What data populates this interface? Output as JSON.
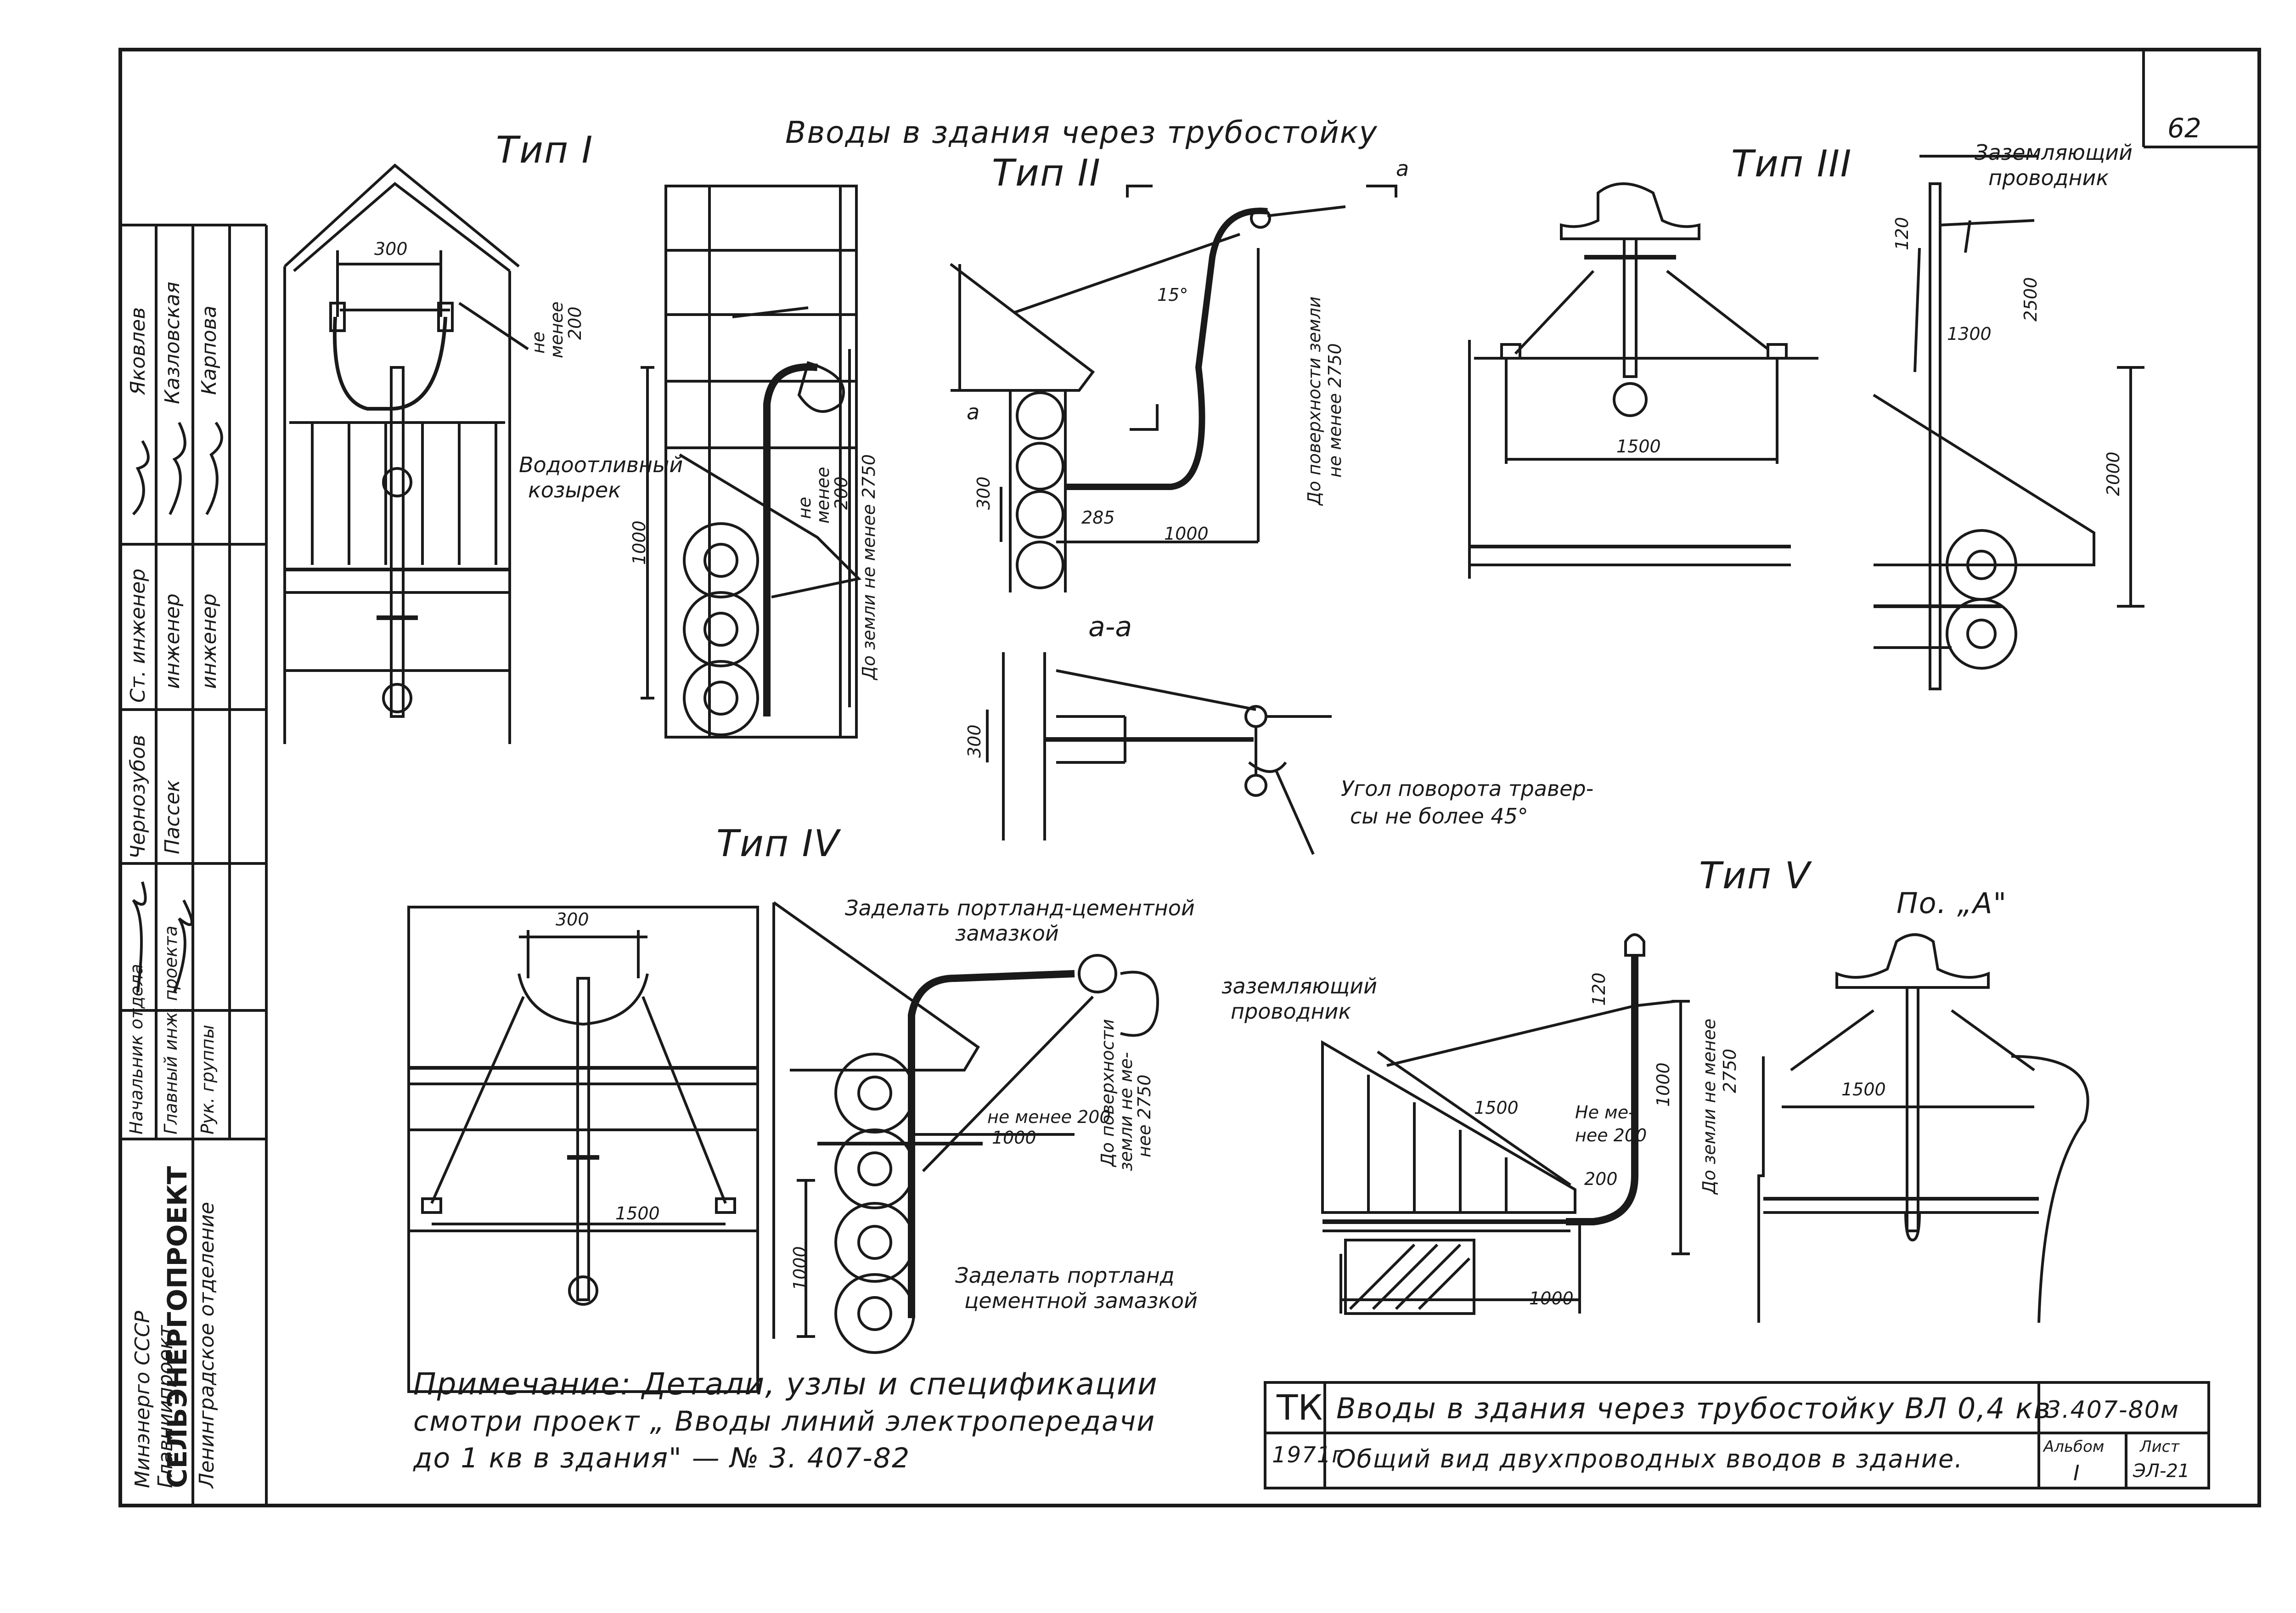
{
  "sheet_number": "62",
  "main_title": "Вводы в здания через трубостойку",
  "types": {
    "t1": "Тип I",
    "t2": "Тип II",
    "t3": "Тип III",
    "t4": "Тип IV",
    "t5": "Тип V",
    "detail_a": "По. „А\""
  },
  "section_mark": "а",
  "section_aa": "а-а",
  "labels": {
    "vodootlivny": "Водоотливный",
    "kozyrek": "козырек",
    "zazem_1": "Заземляющий",
    "zazem_2": "проводник",
    "zazem_lower_1": "заземляющий",
    "zazem_lower_2": "проводник",
    "zadelat_top_1": "Заделать портланд-цементной",
    "zadelat_top_2": "замазкой",
    "zadelat_bot_1": "Заделать портланд",
    "zadelat_bot_2": "цементной замазкой",
    "ugol_1": "Угол поворота травер-",
    "ugol_2": "сы не более 45°",
    "ne_menee_200": "не менее 200",
    "ne_me_1": "Не ме-",
    "ne_me_2": "нее 200",
    "do_pov_1": "До поверхности земли",
    "do_pov_2": "не менее 2750",
    "do_zemli_2750": "До земли не менее 2750",
    "do_pov_iv_1": "До поверхности",
    "do_pov_iv_2": "земли не ме-",
    "do_pov_iv_3": "нее 2750",
    "do_zemli_v_1": "До земли не менее",
    "do_zemli_v_2": "2750",
    "ne_menee_vert_1": "не",
    "ne_menee_vert_2": "менее",
    "ne_menee_vert_3": "200"
  },
  "dims": {
    "d300_t1": "300",
    "d300_t4": "300",
    "d1500_t3": "1500",
    "d1500_t4": "1500",
    "d1500_t5": "1500",
    "d1500_pa": "1500",
    "d1000_t1": "1000",
    "d1000_t2": "1000",
    "d1000_t4a": "1000",
    "d1000_t4b": "1000",
    "d1000_t5a": "1000",
    "d1000_t5b": "1000",
    "d2750_t1": "2750",
    "d285": "285",
    "d300_t2": "300",
    "d300_aa": "300",
    "d15": "15°",
    "d120_t3": "120",
    "d2500": "2500",
    "d1300": "1300",
    "d2000": "2000",
    "d120_t5": "120",
    "d200_t5": "200"
  },
  "note": {
    "line1": "Примечание: Детали, узлы и спецификации",
    "line2": "смотри проект „ Вводы линий электропередачи",
    "line3": "до 1 кв в здания\" — № 3. 407-82"
  },
  "stamp": {
    "tk": "ТК",
    "title": "Вводы в здания через трубостойку ВЛ 0,4 кв",
    "subtitle": "Общий вид двухпроводных вводов в здание.",
    "year": "1971г",
    "code": "3.407-80м",
    "album_label": "Альбом",
    "album_value": "I",
    "sheet_label": "Лист",
    "sheet_value": "ЭЛ-21"
  },
  "side_block": {
    "org_1": "Минэнерго СССР",
    "org_2": "Главниипроект",
    "org_3": "СЕЛЬЭНЕРГОПРОЕКТ",
    "org_4": "Ленинградское отделение",
    "r1_role": "Начальник отдела",
    "r1_name": "Чернозубов",
    "r2_role": "Главный инж. проекта",
    "r2_name": "Пассек",
    "r3_role": "Рук. группы",
    "r4_role": "Ст. инженер",
    "r4_name": "Яковлев",
    "r5_role": "инженер",
    "r5_name": "Казловская",
    "r6_role": "инженер",
    "r6_name": "Карпова"
  }
}
